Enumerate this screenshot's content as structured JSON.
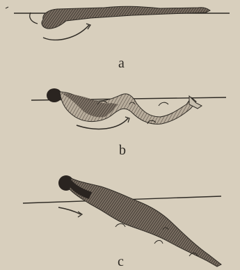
{
  "figures": [
    {
      "id": "a",
      "label": "a"
    },
    {
      "id": "b",
      "label": "b"
    },
    {
      "id": "c",
      "label": "c"
    }
  ],
  "colors": {
    "paper": "#d8cfbd",
    "ink": "#2e2a24",
    "shade": "#5a5048"
  }
}
